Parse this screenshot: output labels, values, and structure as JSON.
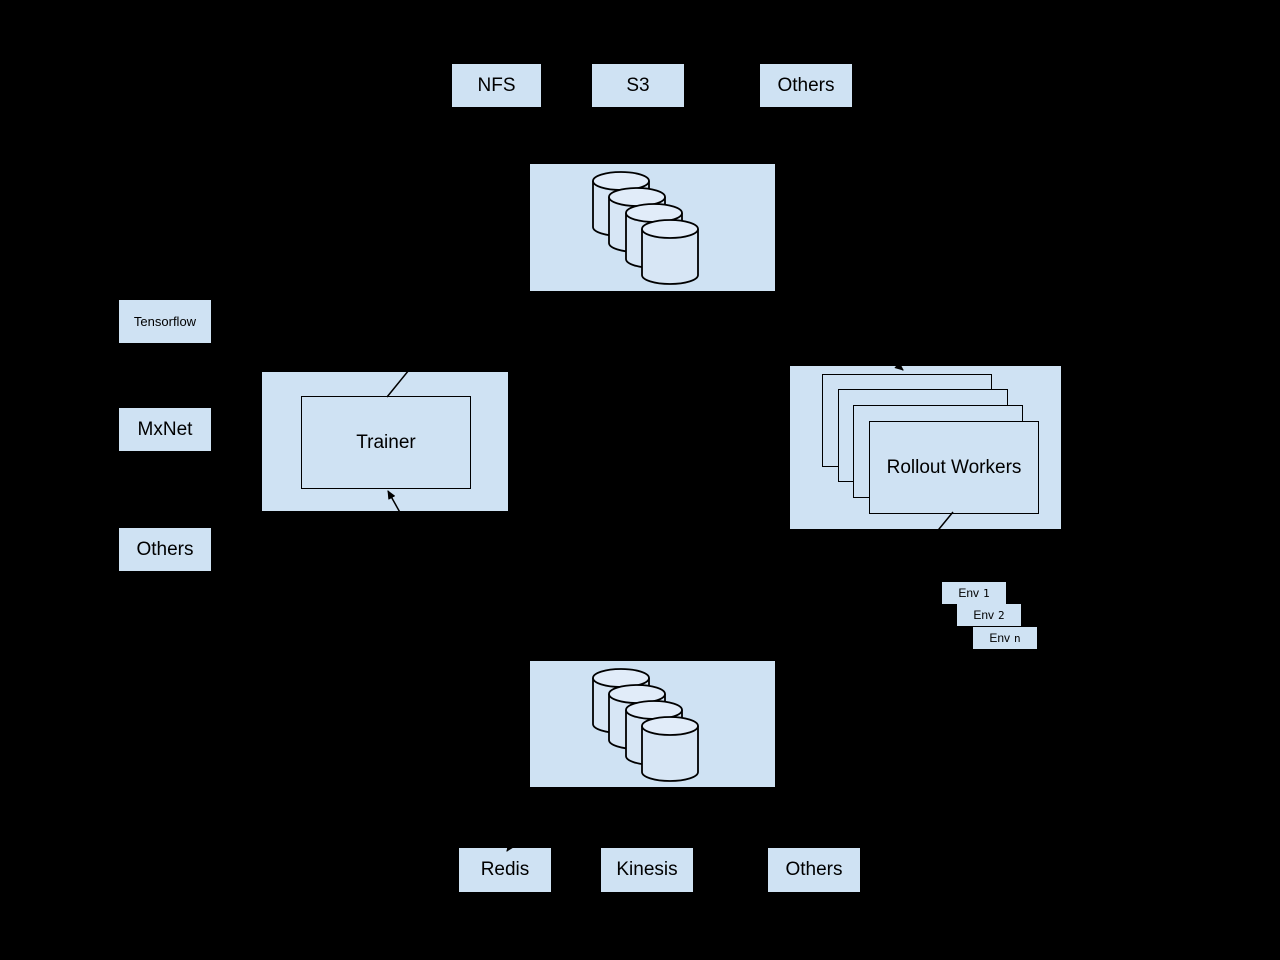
{
  "diagram": {
    "title": "distributed-rl-architecture",
    "colors": {
      "background": "#000000",
      "panel_fill": "#cfe2f3",
      "cylinder_body_fill": "#d7e6f5",
      "cylinder_top_fill": "#e1ecf9",
      "line_color": "#000000",
      "text_color": "#000000"
    }
  },
  "storage_backends": {
    "items": [
      {
        "label": "NFS"
      },
      {
        "label": "S3"
      },
      {
        "label": "Others"
      }
    ]
  },
  "model_storage": {
    "cylinder_count": 4
  },
  "frameworks": {
    "items": [
      {
        "label": "Tensorflow"
      },
      {
        "label": "MxNet"
      },
      {
        "label": "Others"
      }
    ]
  },
  "trainer": {
    "label": "Trainer"
  },
  "rollout_workers": {
    "label": "Rollout Workers",
    "stack_count": 4
  },
  "environments": {
    "items": [
      {
        "prefix": "Env",
        "sub": "1"
      },
      {
        "prefix": "Env",
        "sub": "2"
      },
      {
        "prefix": "Env",
        "sub": "n"
      }
    ]
  },
  "experience_buffer": {
    "cylinder_count": 4
  },
  "buffer_backends": {
    "items": [
      {
        "label": "Redis"
      },
      {
        "label": "Kinesis"
      },
      {
        "label": "Others"
      }
    ]
  }
}
